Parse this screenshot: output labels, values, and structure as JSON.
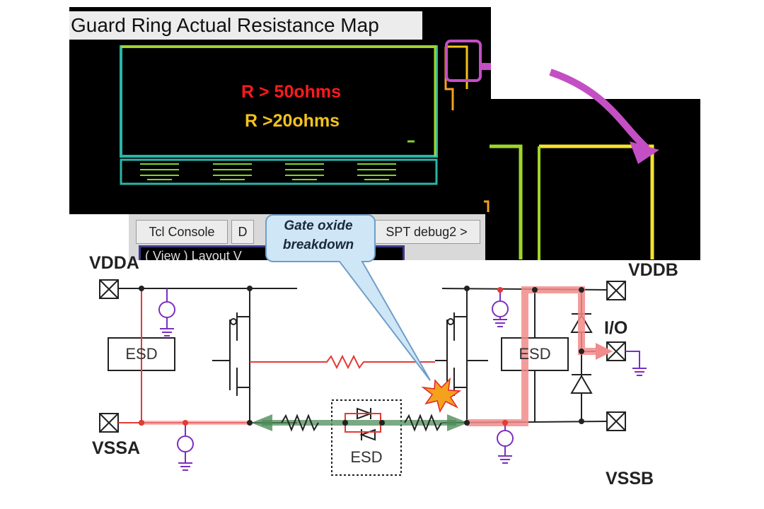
{
  "layout_view": {
    "title": "Guard Ring Actual Resistance Map",
    "legend": [
      {
        "text": "R > 50ohms",
        "color": "#ff1a1a"
      },
      {
        "text": "R >20ohms",
        "color": "#f4c21d"
      }
    ]
  },
  "tool_tabs": {
    "tabs": [
      "Tcl Console",
      "D",
      "SPT debug2 >"
    ],
    "tab_fragment": "( View ) Layout V"
  },
  "callout": {
    "text_line1": "Gate oxide",
    "text_line2": "breakdown"
  },
  "schematic": {
    "pins": {
      "vdda": "VDDA",
      "vssa": "VSSA",
      "vddb": "VDDB",
      "vssb": "VSSB",
      "io": "I/O"
    },
    "esd_labels": {
      "left": "ESD",
      "right": "ESD",
      "center": "ESD"
    },
    "icons": [
      "pad-icon",
      "current-source-icon",
      "ground-icon",
      "resistor-icon",
      "diode-icon",
      "pmos-icon",
      "nmos-icon",
      "spark-icon",
      "zoom-arrow-icon"
    ],
    "colors": {
      "wire": "#222222",
      "resistive_path": "#e53935",
      "current_path": "#f28b8b",
      "esd_current": "#4f8c5a",
      "source": "#7b2fbf",
      "zoom_arrow": "#c44fc4"
    }
  }
}
